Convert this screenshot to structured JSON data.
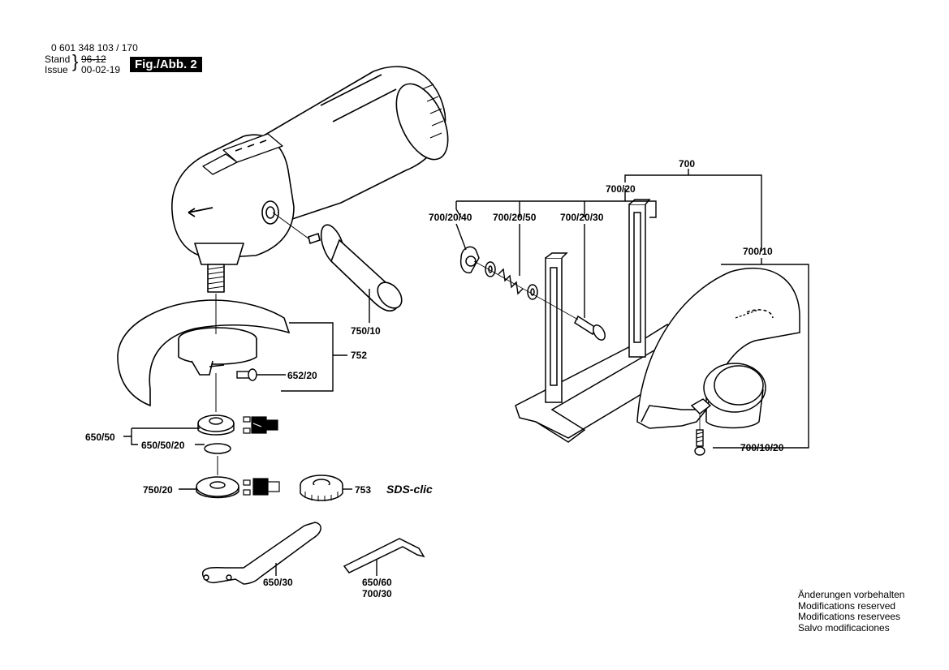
{
  "header": {
    "part_number": "0 601 348 103 / 170",
    "stand_label": "Stand",
    "issue_label": "Issue",
    "stand_value": "96-12",
    "issue_value": "00-02-19",
    "figure": "Fig./Abb. 2"
  },
  "labels": {
    "l700": "700",
    "l700_20": "700/20",
    "l700_20_40": "700/20/40",
    "l700_20_50": "700/20/50",
    "l700_20_30": "700/20/30",
    "l700_10": "700/10",
    "l700_10_20": "700/10/20",
    "l750_10": "750/10",
    "l752": "752",
    "l652_20": "652/20",
    "l650_50": "650/50",
    "l650_50_20": "650/50/20",
    "l750_20": "750/20",
    "l753": "753",
    "sds": "SDS-clic",
    "l650_30": "650/30",
    "l650_60": "650/60",
    "l700_30": "700/30"
  },
  "notes": [
    "Änderungen vorbehalten",
    "Modifications reserved",
    "Modifications reservees",
    "Salvo modificaciones"
  ]
}
